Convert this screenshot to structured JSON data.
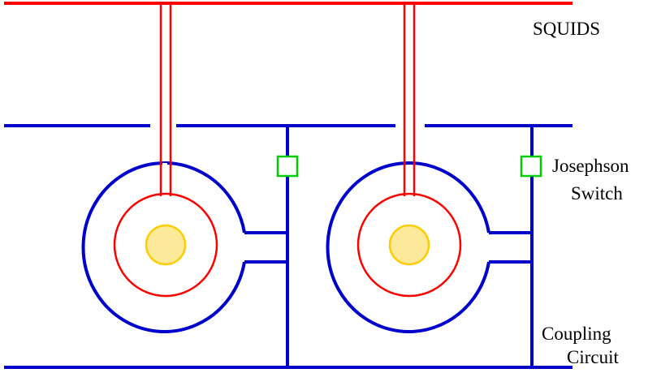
{
  "labels": {
    "squids": "SQUIDS",
    "switch_line1": "Josephson",
    "switch_line2": "Switch",
    "coupling_line1": "Coupling",
    "coupling_line2": "Circuit"
  },
  "colors": {
    "squid_line": "#ff0000",
    "coupling": "#0000cc",
    "switch": "#00cc00",
    "core_fill": "#fde99a",
    "core_stroke": "#ffcc00"
  },
  "icons": {
    "switch": "green-square-junction",
    "core": "yellow-disc"
  }
}
